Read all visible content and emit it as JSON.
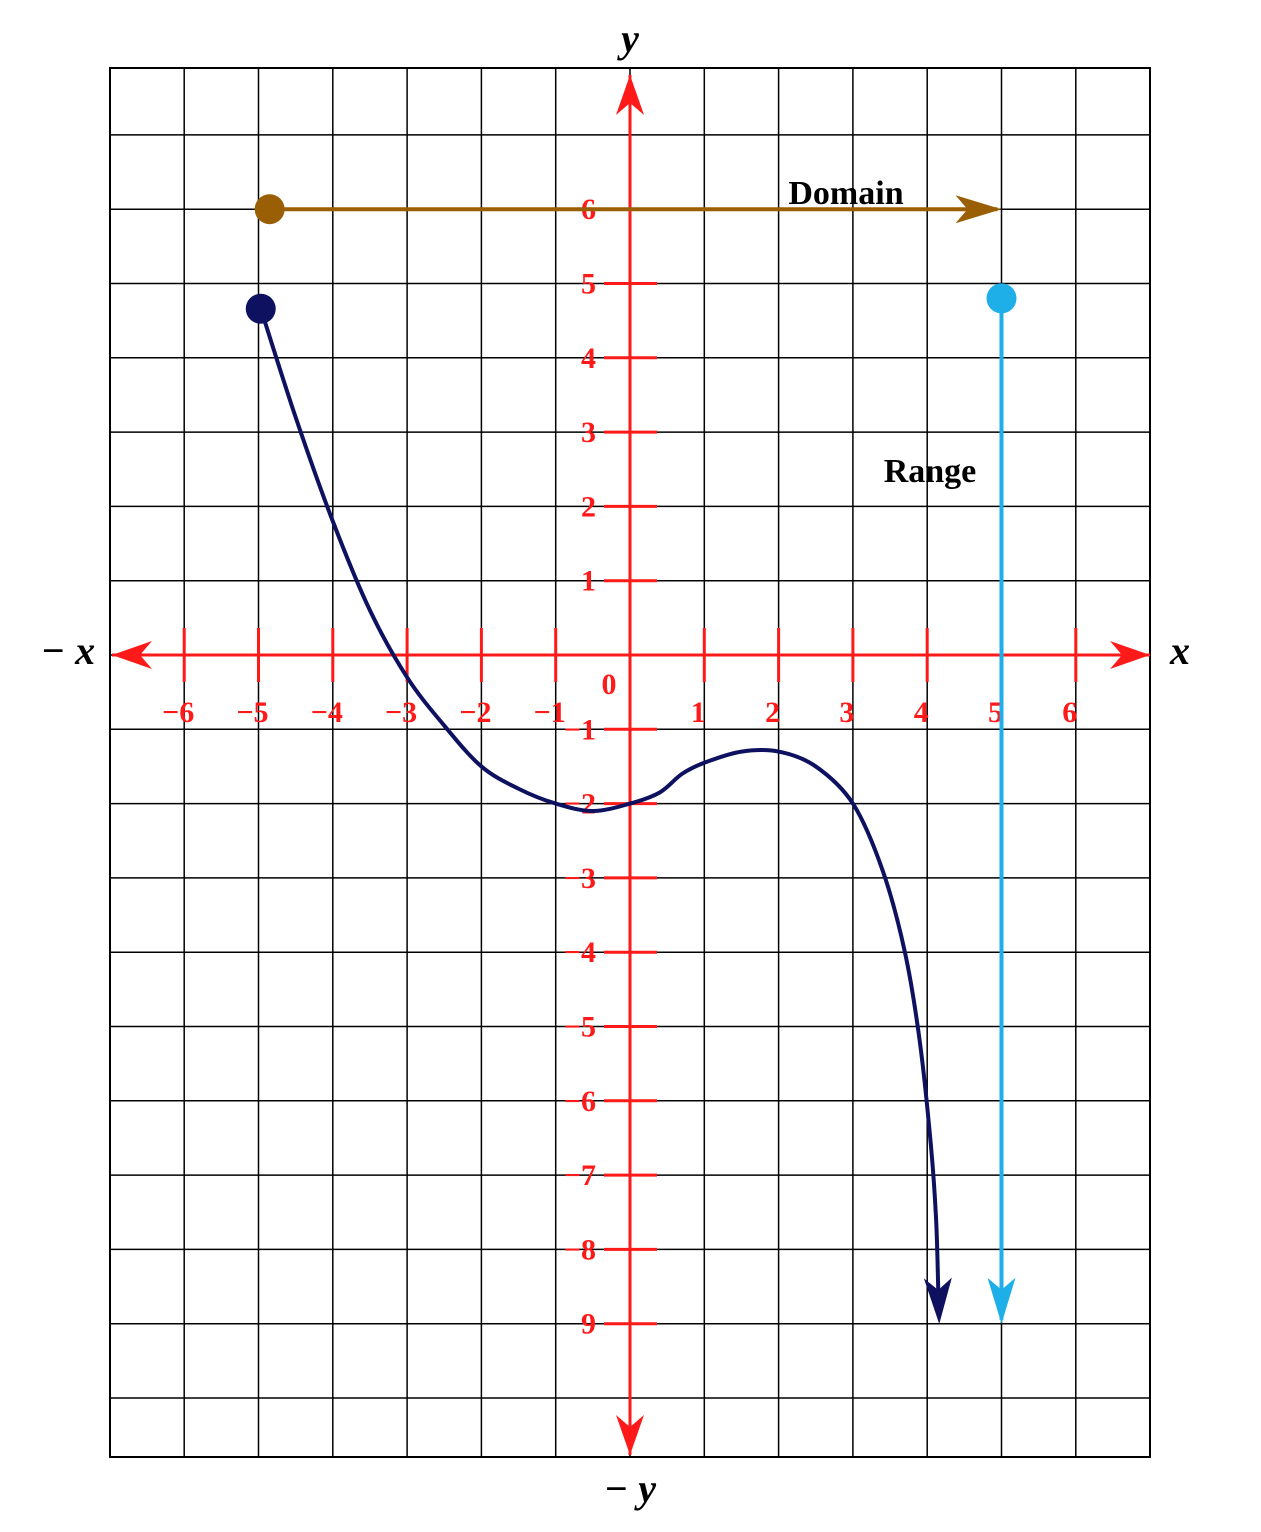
{
  "chart_data": {
    "type": "line",
    "axis_names": {
      "x": "x",
      "neg_x": "− x",
      "y": "y",
      "neg_y": "− y"
    },
    "origin_label": "0",
    "x_ticks": [
      {
        "v": -6,
        "label": "−6"
      },
      {
        "v": -5,
        "label": "−5"
      },
      {
        "v": -4,
        "label": "−4"
      },
      {
        "v": -3,
        "label": "−3"
      },
      {
        "v": -2,
        "label": "−2"
      },
      {
        "v": -1,
        "label": "−1"
      },
      {
        "v": 1,
        "label": "1"
      },
      {
        "v": 2,
        "label": "2"
      },
      {
        "v": 3,
        "label": "3"
      },
      {
        "v": 4,
        "label": "4"
      },
      {
        "v": 5,
        "label": "5"
      },
      {
        "v": 6,
        "label": "6"
      }
    ],
    "y_ticks": [
      {
        "v": 6,
        "label": "6"
      },
      {
        "v": 5,
        "label": "5"
      },
      {
        "v": 4,
        "label": "4"
      },
      {
        "v": 3,
        "label": "3"
      },
      {
        "v": 2,
        "label": "2"
      },
      {
        "v": 1,
        "label": "1"
      },
      {
        "v": -1,
        "label": "−1"
      },
      {
        "v": -2,
        "label": "−2"
      },
      {
        "v": -3,
        "label": "−3"
      },
      {
        "v": -4,
        "label": "−4"
      },
      {
        "v": -5,
        "label": "−5"
      },
      {
        "v": -6,
        "label": "−6"
      },
      {
        "v": -7,
        "label": "−7"
      },
      {
        "v": -8,
        "label": "−8"
      },
      {
        "v": -9,
        "label": "9"
      }
    ],
    "grid": true,
    "xlim": [
      -7,
      7
    ],
    "ylim": [
      -10.7,
      7.9
    ],
    "curve": {
      "color": "#0d1160",
      "start_point": [
        -4.97,
        4.66
      ],
      "points": [
        [
          -4.95,
          4.6
        ],
        [
          -4.5,
          3.2
        ],
        [
          -4,
          1.8
        ],
        [
          -3.5,
          0.6
        ],
        [
          -3,
          -0.3
        ],
        [
          -2.5,
          -0.95
        ],
        [
          -2,
          -1.5
        ],
        [
          -1.5,
          -1.8
        ],
        [
          -1,
          -2.0
        ],
        [
          -0.5,
          -2.1
        ],
        [
          0,
          -2.0
        ],
        [
          0.4,
          -1.85
        ],
        [
          0.7,
          -1.6
        ],
        [
          1,
          -1.45
        ],
        [
          1.5,
          -1.3
        ],
        [
          2,
          -1.3
        ],
        [
          2.5,
          -1.5
        ],
        [
          3,
          -2.0
        ],
        [
          3.4,
          -2.9
        ],
        [
          3.7,
          -4.0
        ],
        [
          3.9,
          -5.2
        ],
        [
          4.05,
          -6.6
        ],
        [
          4.12,
          -7.6
        ],
        [
          4.15,
          -8.6
        ]
      ],
      "arrow_end": true
    },
    "domain": {
      "label": "Domain",
      "color": "#9a5f05",
      "y": 6,
      "from": -4.85,
      "to": 5,
      "closed_start": true,
      "arrow_end": true
    },
    "range": {
      "label": "Range",
      "color": "#1eaee8",
      "x": 5,
      "from": 4.8,
      "to": -9,
      "closed_start": true,
      "arrow_end": true
    },
    "colors": {
      "axes": "#ff1a1a",
      "grid": "#000000"
    }
  }
}
